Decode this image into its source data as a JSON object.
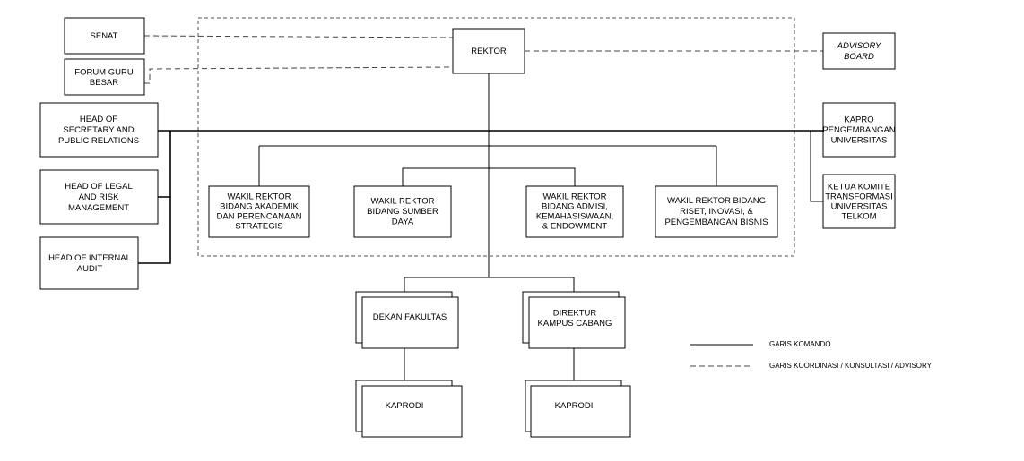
{
  "nodes": {
    "senat": [
      "SENAT"
    ],
    "forum": [
      "FORUM GURU",
      "BESAR"
    ],
    "rektor": [
      "REKTOR"
    ],
    "advisory": [
      "ADVISORY",
      "BOARD"
    ],
    "head_sec": [
      "HEAD OF",
      "SECRETARY AND",
      "PUBLIC RELATIONS"
    ],
    "head_legal": [
      "HEAD OF LEGAL",
      "AND RISK",
      "MANAGEMENT"
    ],
    "head_audit": [
      "HEAD OF INTERNAL",
      "AUDIT"
    ],
    "kapro": [
      "KAPRO",
      "PENGEMBANGAN",
      "UNIVERSITAS"
    ],
    "ketua": [
      "KETUA KOMITE",
      "TRANSFORMASI",
      "UNIVERSITAS",
      "TELKOM"
    ],
    "wr1": [
      "WAKIL REKTOR",
      "BIDANG AKADEMIK",
      "DAN PERENCANAAN",
      "STRATEGIS"
    ],
    "wr2": [
      "WAKIL REKTOR",
      "BIDANG SUMBER",
      "DAYA"
    ],
    "wr3": [
      "WAKIL REKTOR",
      "BIDANG ADMISI,",
      "KEMAHASISWAAN,",
      "& ENDOWMENT"
    ],
    "wr4": [
      "WAKIL REKTOR BIDANG",
      "RISET, INOVASI, &",
      "PENGEMBANGAN BISNIS"
    ],
    "dekan": [
      "DEKAN FAKULTAS"
    ],
    "direktur": [
      "DIREKTUR",
      "KAMPUS CABANG"
    ],
    "kaprodi1": [
      "KAPRODI"
    ],
    "kaprodi2": [
      "KAPRODI"
    ]
  },
  "legend": {
    "solid": "GARIS KOMANDO",
    "dashed": "GARIS KOORDINASI / KONSULTASI / ADVISORY"
  },
  "colors": {
    "line": "#000000",
    "dashed_line": "#444444",
    "background": "#ffffff"
  }
}
